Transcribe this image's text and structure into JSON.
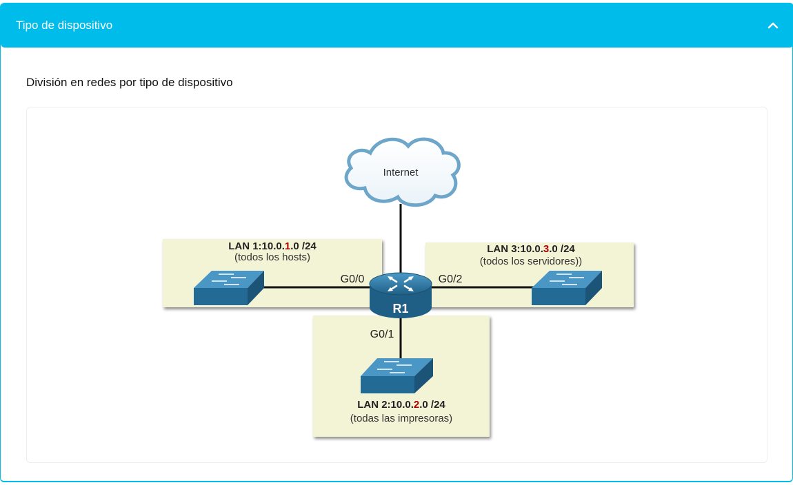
{
  "header": {
    "title": "Tipo de dispositivo",
    "toggle_icon": "chevron-up-icon"
  },
  "section": {
    "title": "División en redes por tipo de dispositivo"
  },
  "diagram": {
    "cloud_label": "Internet",
    "router_label": "R1",
    "interfaces": {
      "left": "G0/0",
      "right": "G0/2",
      "bottom": "G0/1"
    },
    "lans": [
      {
        "id": "lan1",
        "prefix": "LAN 1:10.0.",
        "octet": "1",
        "suffix": ".0 /24",
        "desc": "(todos los hosts)"
      },
      {
        "id": "lan2",
        "prefix": "LAN 2:10.0.",
        "octet": "2",
        "suffix": ".0 /24",
        "desc": "(todas las impresoras)"
      },
      {
        "id": "lan3",
        "prefix": "LAN 3:10.0.",
        "octet": "3",
        "suffix": ".0 /24",
        "desc": "(todos los servidores))"
      }
    ],
    "colors": {
      "accent": "#00bceb",
      "lan_fill": "#f3f3d6",
      "octet_red": "#b00000",
      "device_blue": "#2a6f9b"
    }
  }
}
